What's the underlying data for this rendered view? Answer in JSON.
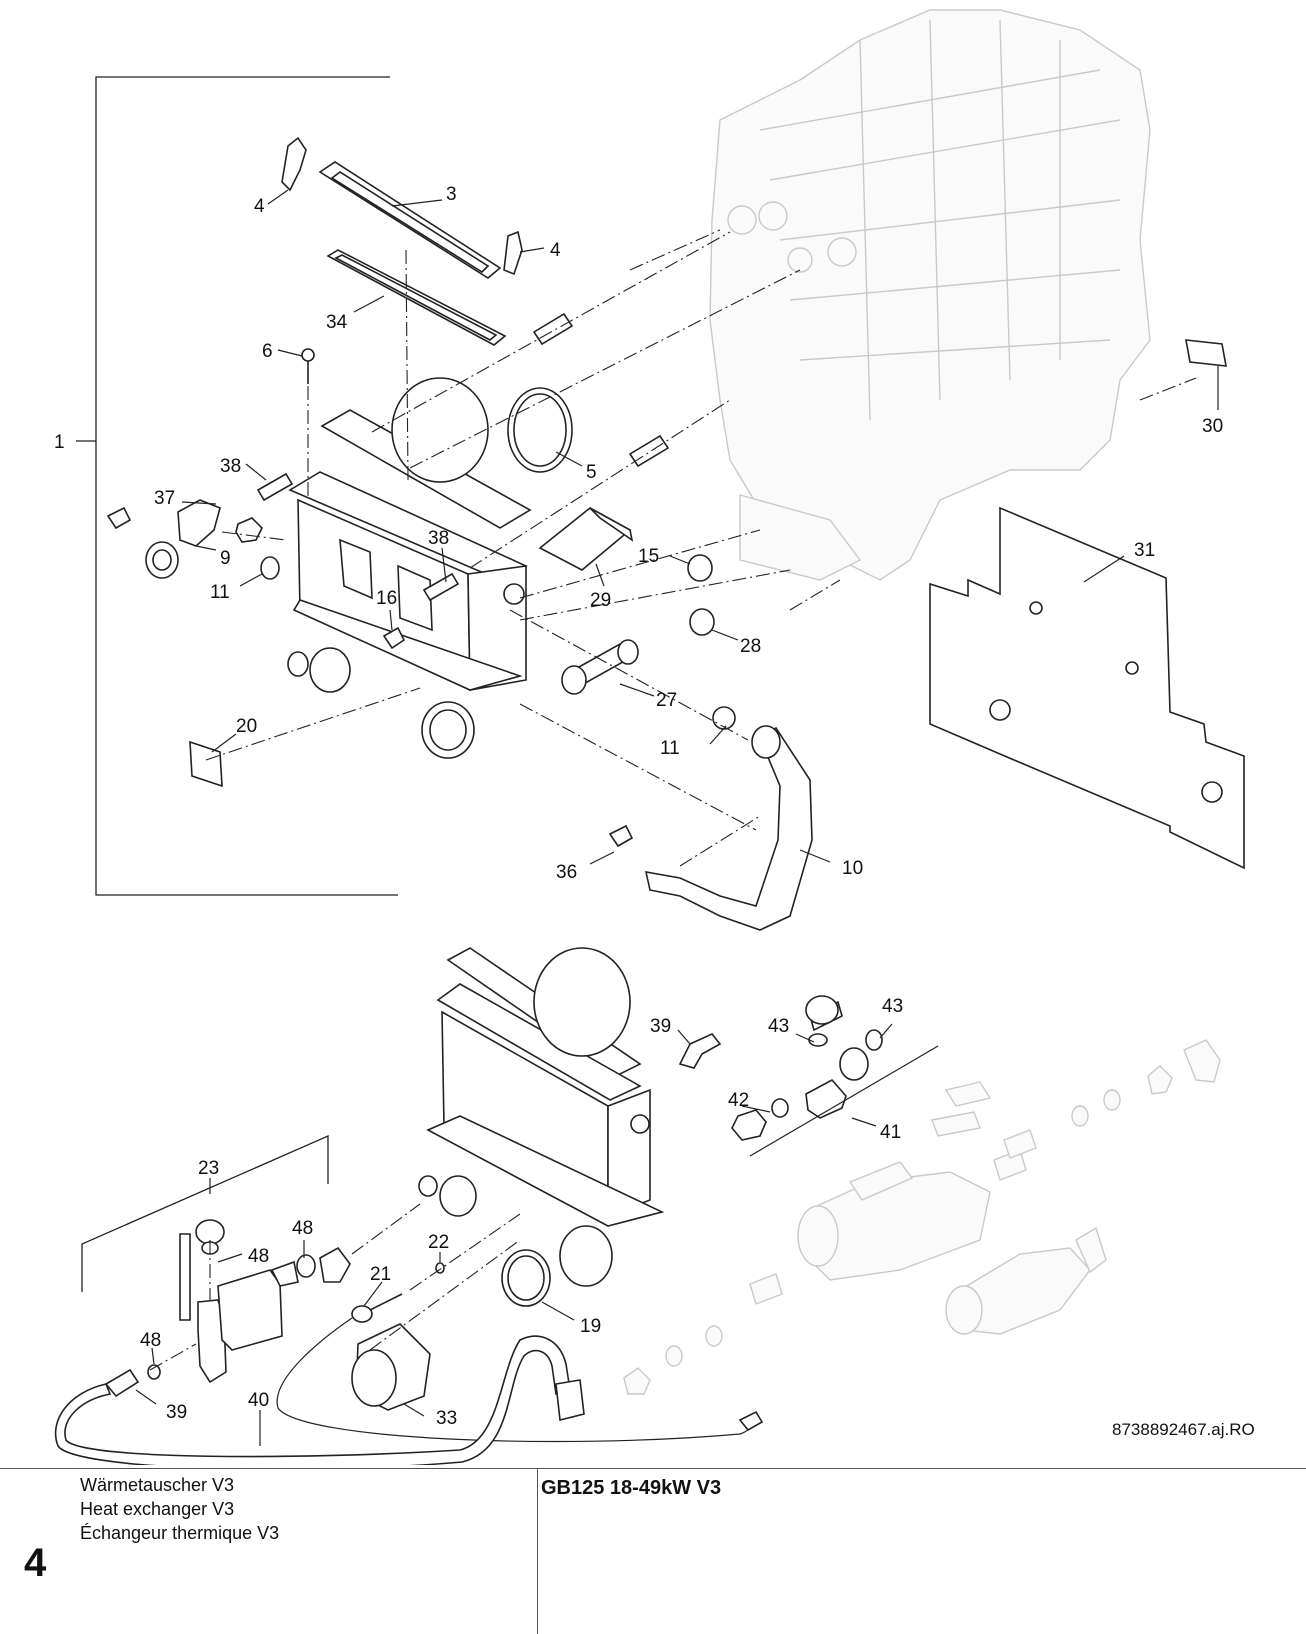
{
  "diagram": {
    "callouts": [
      "1",
      "3",
      "4",
      "4",
      "34",
      "6",
      "5",
      "38",
      "37",
      "9",
      "11",
      "38",
      "15",
      "16",
      "29",
      "31",
      "30",
      "28",
      "27",
      "11",
      "20",
      "36",
      "10",
      "39",
      "43",
      "43",
      "41",
      "42",
      "23",
      "48",
      "48",
      "22",
      "21",
      "19",
      "48",
      "39",
      "40",
      "33"
    ],
    "reference_code": "8738892467.aj.RO"
  },
  "footer": {
    "page_number": "4",
    "titles": [
      "Wärmetauscher V3",
      "Heat exchanger V3",
      "Échangeur thermique V3"
    ],
    "model": "GB125 18-49kW V3"
  }
}
